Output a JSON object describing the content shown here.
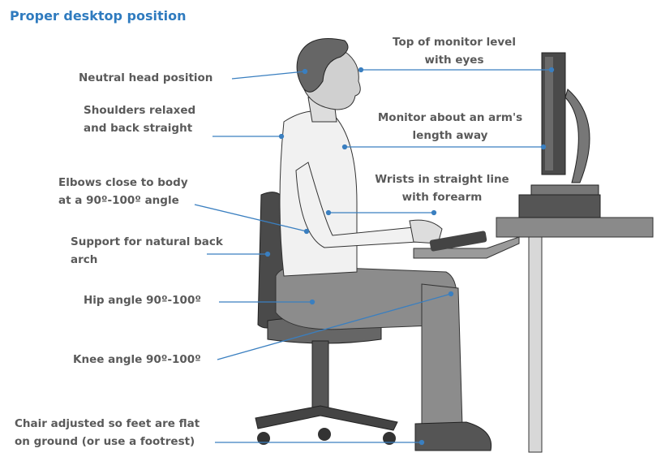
{
  "title": "Proper desktop position",
  "labels": {
    "head": "Neutral head position",
    "shoulders_1": "Shoulders relaxed",
    "shoulders_2": "and back straight",
    "elbows_1": "Elbows close to body",
    "elbows_2": "at a 90º-100º angle",
    "back_1": "Support for natural back",
    "back_2": "arch",
    "hip": "Hip angle 90º-100º",
    "knee": "Knee angle 90º-100º",
    "feet_1": "Chair adjusted so feet are flat",
    "feet_2": "on ground (or use a footrest)",
    "monitor_top_1": "Top of monitor level",
    "monitor_top_2": "with eyes",
    "monitor_dist_1": "Monitor about an arm's",
    "monitor_dist_2": "length away",
    "wrists_1": "Wrists in straight line",
    "wrists_2": "with forearm"
  },
  "colors": {
    "accent": "#2f7bbf",
    "text": "#5a5a5a",
    "line": "#3a7fc0"
  }
}
